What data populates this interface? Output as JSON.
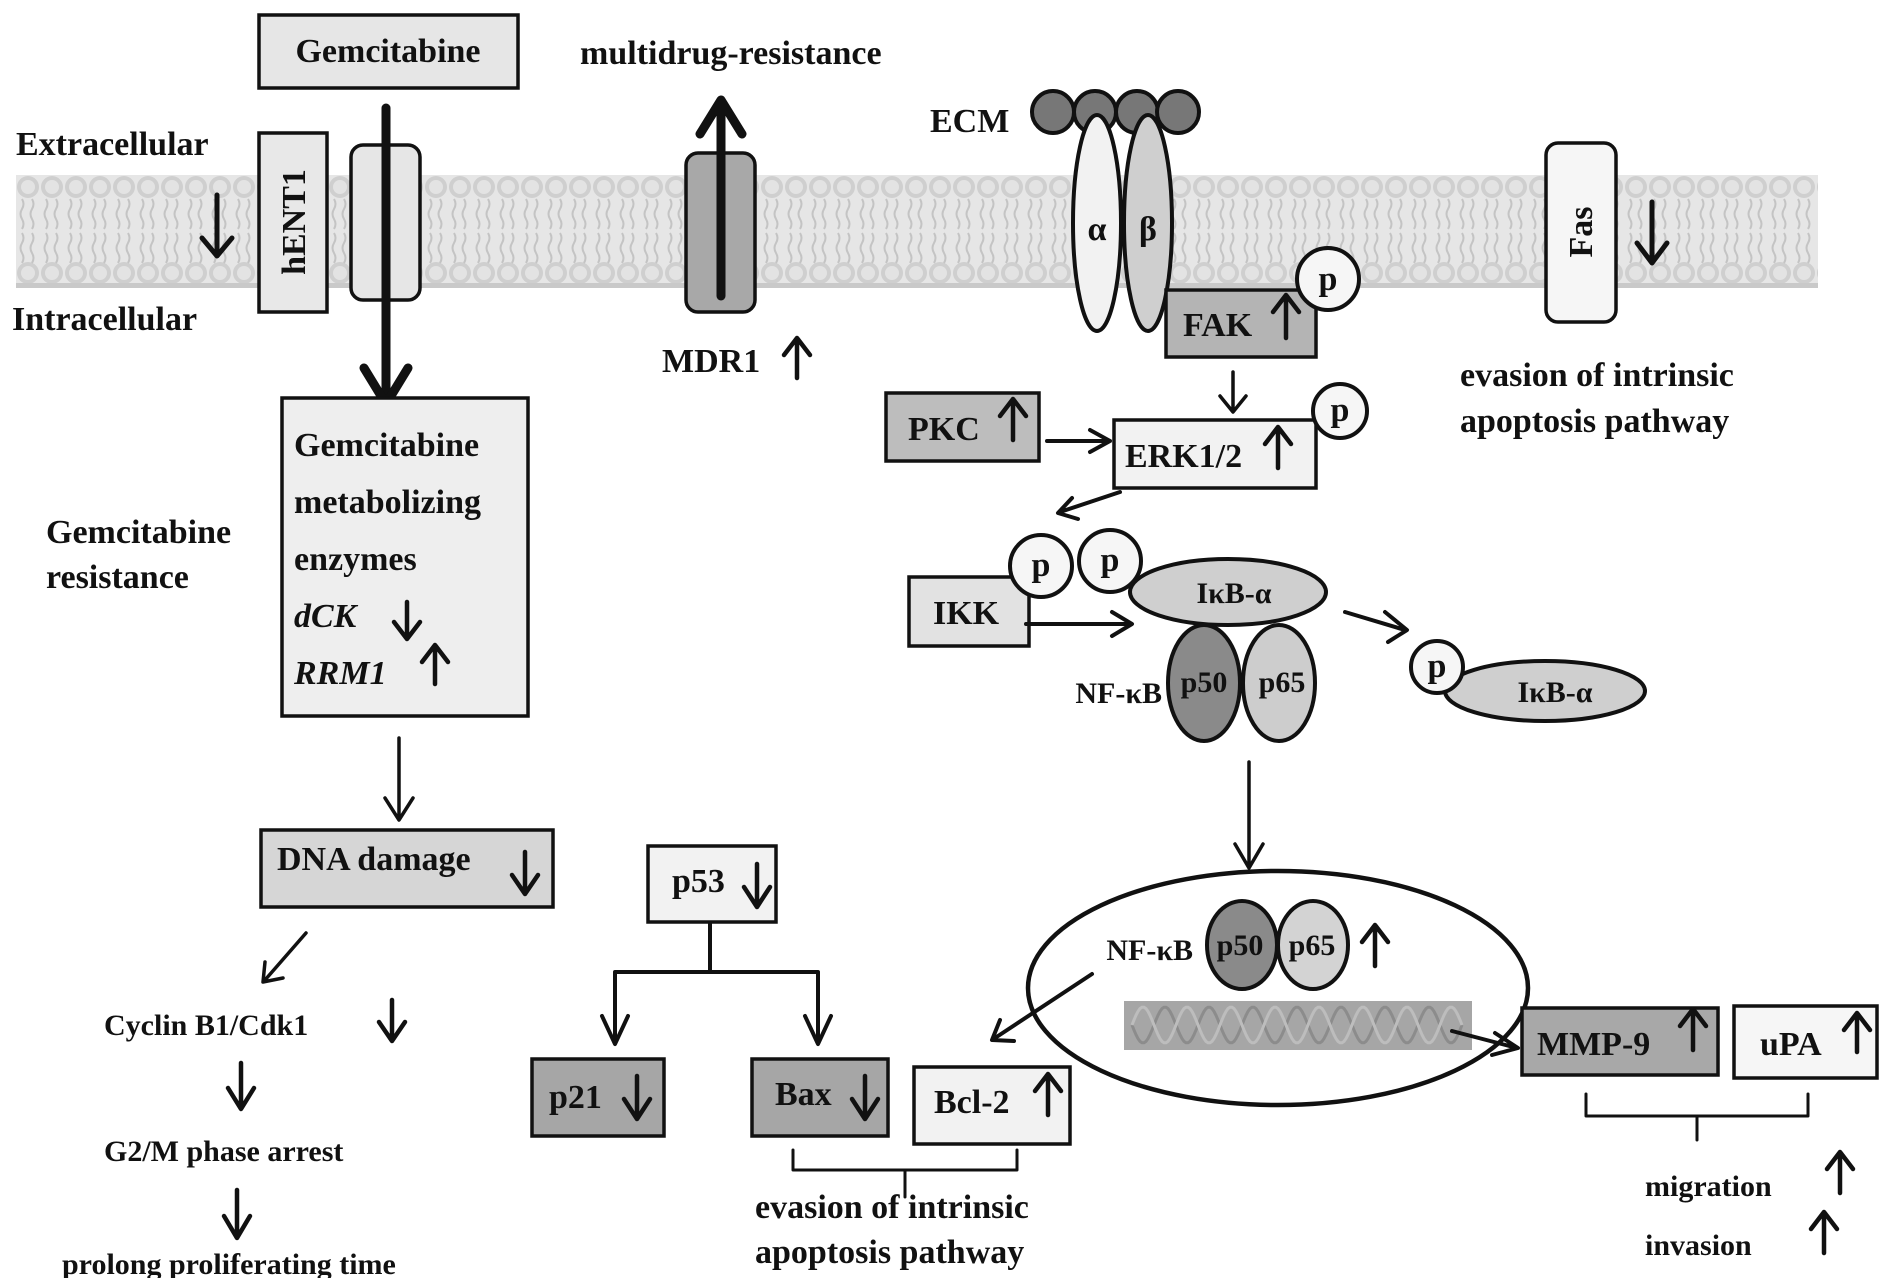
{
  "figure": {
    "title": "Gemcitabine resistance signaling pathway",
    "colors": {
      "dark_fill": "#9e9e9e",
      "mid_fill": "#c8c8c8",
      "light_fill": "#eeeeee",
      "white_fill": "#f6f6f6",
      "ecm_fill": "#777777",
      "membrane": "#d9d9d9",
      "stroke": "#111111"
    }
  },
  "membrane": {
    "extracellular_label": "Extracellular",
    "intracellular_label": "Intracellular"
  },
  "drug": {
    "gemcitabine_label": "Gemcitabine",
    "hENT1_label": "hENT1",
    "hENT1_change": "down"
  },
  "mdr": {
    "top_label": "multidrug-resistance",
    "label": "MDR1",
    "change": "up"
  },
  "integrin": {
    "ecm_label": "ECM",
    "alpha_label": "α",
    "beta_label": "β"
  },
  "fas": {
    "label": "Fas",
    "change": "down",
    "outcome_line1": "evasion of intrinsic",
    "outcome_line2": "apoptosis pathway"
  },
  "kinases": {
    "fak": {
      "label": "FAK",
      "change": "up",
      "phospho": "p"
    },
    "pkc": {
      "label": "PKC",
      "change": "up"
    },
    "erk": {
      "label": "ERK1/2",
      "change": "up",
      "phospho": "p"
    },
    "ikk": {
      "label": "IKK",
      "phospho_1": "p",
      "phospho_2": "p"
    }
  },
  "nfkb_complex": {
    "ikb_label": "IκB-α",
    "nfkb_label": "NF-κB",
    "p50_label": "p50",
    "p65_label": "p65",
    "free_ikb_label": "IκB-α",
    "free_ikb_phospho": "p"
  },
  "nucleus": {
    "nfkb_label": "NF-κB",
    "p50_label": "p50",
    "p65_label": "p65",
    "change": "up"
  },
  "resistance": {
    "side_label_line1": "Gemcitabine",
    "side_label_line2": "resistance",
    "enzymes_line1": "Gemcitabine",
    "enzymes_line2": "metabolizing",
    "enzymes_line3": "enzymes",
    "dck_label": "dCK",
    "dck_change": "down",
    "rrm1_label": "RRM1",
    "rrm1_change": "up"
  },
  "cell_cycle": {
    "dna_damage_label": "DNA damage",
    "dna_damage_change": "down",
    "cyclin_label": "Cyclin B1/Cdk1",
    "cyclin_change": "down",
    "g2m_label": "G2/M phase arrest",
    "outcome_label": "prolong proliferating time"
  },
  "apoptosis": {
    "p53_label": "p53",
    "p53_change": "down",
    "p21_label": "p21",
    "p21_change": "down",
    "bax_label": "Bax",
    "bax_change": "down",
    "bcl2_label": "Bcl-2",
    "bcl2_change": "up",
    "outcome_line1": "evasion of intrinsic",
    "outcome_line2": "apoptosis pathway"
  },
  "invasion": {
    "mmp9_label": "MMP-9",
    "mmp9_change": "up",
    "upa_label": "uPA",
    "upa_change": "up",
    "migration_label": "migration",
    "migration_change": "up",
    "invasion_label": "invasion",
    "invasion_change": "up"
  }
}
